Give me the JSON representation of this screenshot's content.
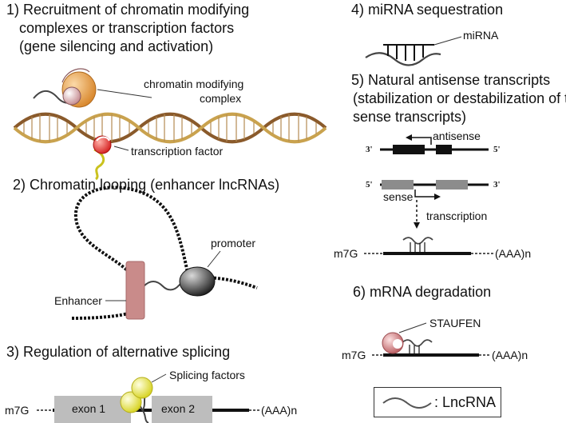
{
  "panels": {
    "p1": {
      "title_lines": [
        "1) Recruitment of chromatin modifying",
        "complexes or transcription factors",
        "(gene silencing and activation)"
      ],
      "label_complex_lines": [
        "chromatin modifying",
        "complex"
      ],
      "label_tf": "transcription factor"
    },
    "p2": {
      "title": "2) Chromatin looping (enhancer lncRNAs)",
      "label_promoter": "promoter",
      "label_enhancer": "Enhancer"
    },
    "p3": {
      "title": "3) Regulation of alternative splicing",
      "label_splicing": "Splicing factors",
      "exon1": "exon 1",
      "exon2": "exon 2",
      "cap": "m7G",
      "polya": "(AAA)n"
    },
    "p4": {
      "title": "4) miRNA sequestration",
      "label_mirna": "miRNA"
    },
    "p5": {
      "title_lines": [
        "5) Natural antisense transcripts",
        "(stabilization or destabilization of their",
        "sense transcripts)"
      ],
      "antisense": "antisense",
      "sense": "sense",
      "three_prime": "3'",
      "five_prime": "5'",
      "transcription": "transcription",
      "cap": "m7G",
      "polya": "(AAA)n"
    },
    "p6": {
      "title": "6) mRNA degradation",
      "label_staufen": "STAUFEN",
      "cap": "m7G",
      "polya": "(AAA)n"
    },
    "legend": {
      "label": ": LncRNA"
    }
  }
}
